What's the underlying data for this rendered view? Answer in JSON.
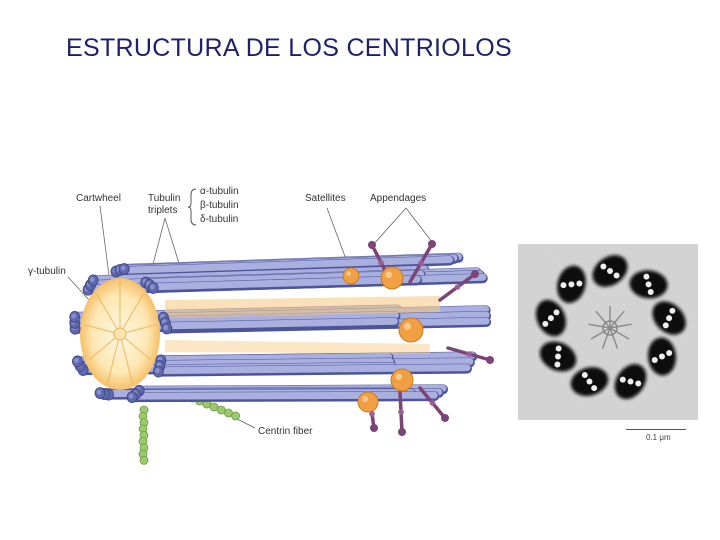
{
  "title": "ESTRUCTURA DE LOS CENTRIOLOS",
  "labels": {
    "cartwheel": "Cartwheel",
    "tubulin_triplets_1": "Tubulin",
    "tubulin_triplets_2": "triplets",
    "alpha_tubulin": "α-tubulin",
    "beta_tubulin": "β-tubulin",
    "delta_tubulin": "δ-tubulin",
    "satellites": "Satellites",
    "appendages": "Appendages",
    "gamma_tubulin": "γ-tubulin",
    "centrin_fiber": "Centrin fiber"
  },
  "scale_bar": "0.1 μm",
  "colors": {
    "title": "#1f1f6e",
    "tubule": "#8d95cf",
    "tubule_dark": "#4d5597",
    "cartwheel": "#fff2cf",
    "satellite": "#f0a043",
    "appendage": "#7c4477",
    "centrin": "#9bc96c"
  }
}
